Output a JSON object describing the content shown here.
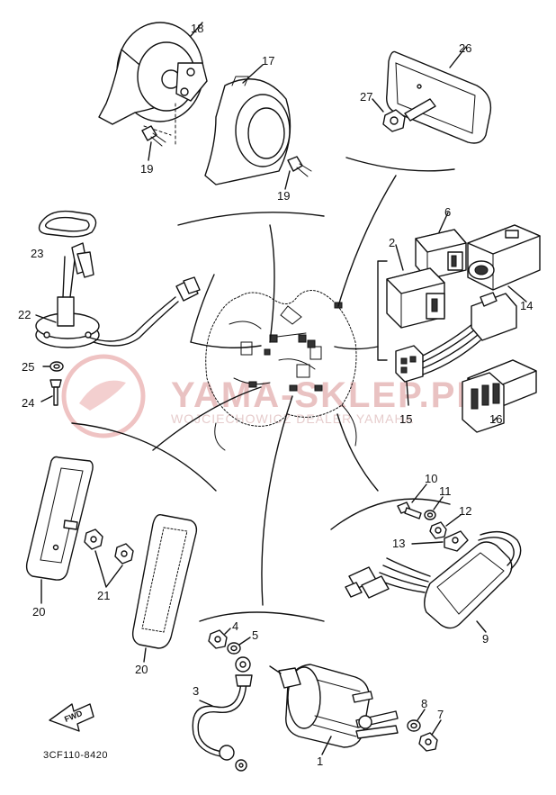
{
  "diagram": {
    "part_code": "3CF110-8420",
    "arrow_label": "FWD",
    "watermark": {
      "brand": "YAMA-SKLEP.PL",
      "subtitle": "WOJCIECHOWICZ DEALER YAMAHA"
    },
    "callouts": [
      "1",
      "2",
      "3",
      "4",
      "5",
      "6",
      "7",
      "8",
      "9",
      "10",
      "11",
      "12",
      "13",
      "14",
      "15",
      "16",
      "17",
      "18",
      "19",
      "19",
      "20",
      "20",
      "21",
      "22",
      "23",
      "24",
      "25",
      "26",
      "27"
    ]
  }
}
